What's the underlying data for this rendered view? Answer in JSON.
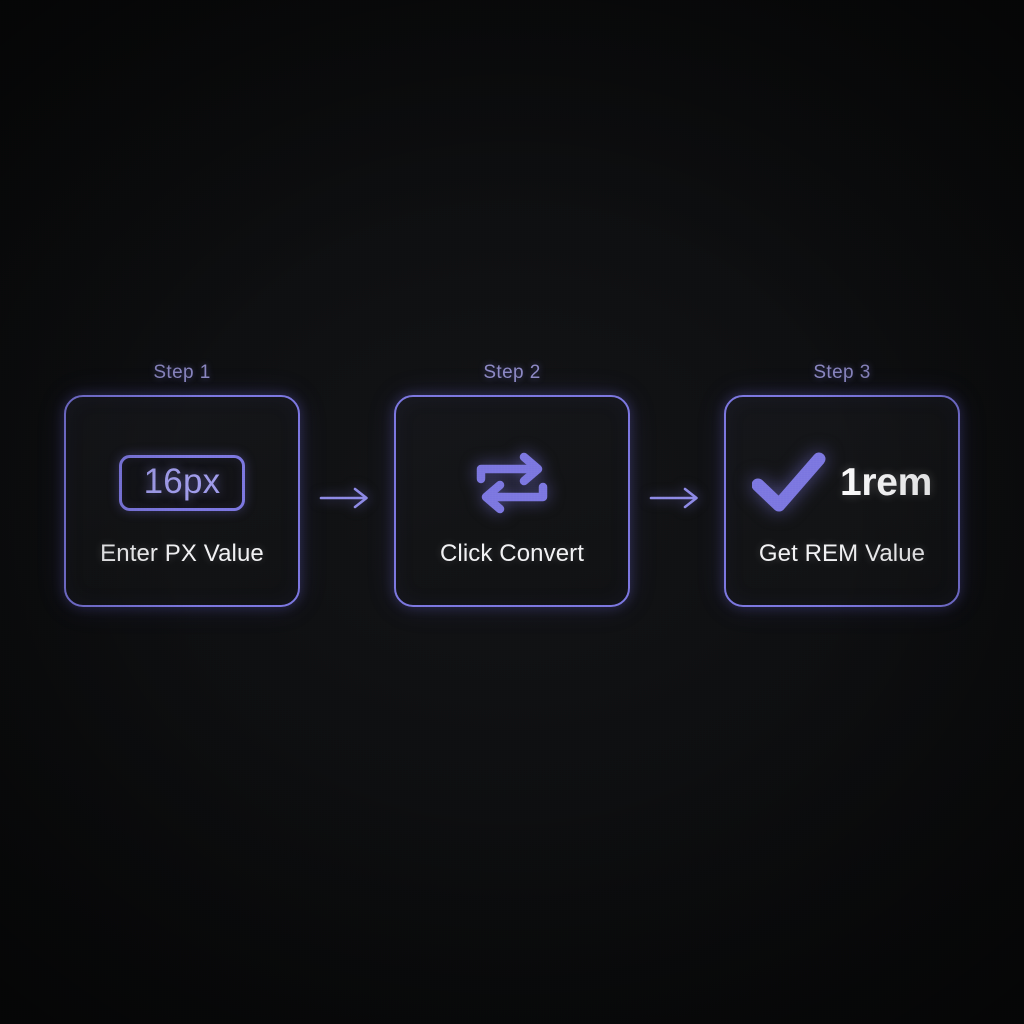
{
  "theme": {
    "background": "#0c0d0e",
    "card_fill": "#131415",
    "accent_purple": "#7b76e0",
    "accent_light": "#9e9aea",
    "step_label_color": "#8c88c4",
    "caption_color": "#f2f2f4"
  },
  "flow": {
    "steps": [
      {
        "label": "Step 1",
        "caption": "Enter PX Value",
        "chip_value": "16px",
        "icon": "px-input-chip"
      },
      {
        "label": "Step 2",
        "caption": "Click Convert",
        "icon": "convert-repeat-arrows-icon"
      },
      {
        "label": "Step 3",
        "caption": "Get REM Value",
        "result_value": "1rem",
        "icon": "check-icon"
      }
    ],
    "connectors": [
      {
        "icon": "arrow-right-icon",
        "glyph": "→"
      },
      {
        "icon": "arrow-right-icon",
        "glyph": "→"
      }
    ]
  }
}
